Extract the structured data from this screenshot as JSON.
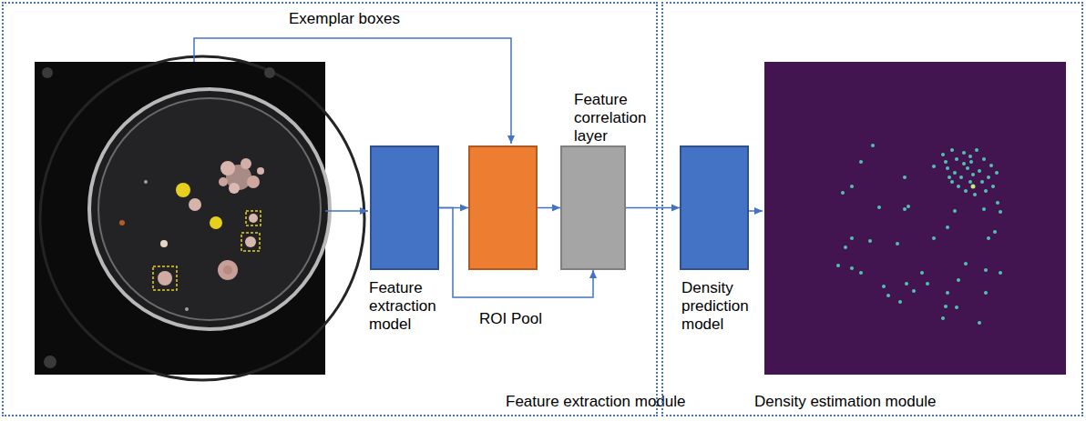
{
  "diagram": {
    "nodes": [
      {
        "text": [
          "Feature extraction module"
        ]
      },
      {
        "text": [
          "Feature extraction model"
        ],
        "in": 0
      },
      {
        "text": [
          "ROI Pool"
        ],
        "in": 0
      },
      {
        "text": [
          "Feature correlation layer"
        ],
        "in": 0
      },
      {
        "text": [
          "Density estimation module"
        ]
      },
      {
        "text": [
          "Density prediction model"
        ],
        "in": 4
      }
    ],
    "edges": [
      {
        "from": 1,
        "to": 2,
        "arrow": "to"
      },
      {
        "from": 2,
        "to": 3,
        "arrow": "to"
      },
      {
        "from": 1,
        "to": 3,
        "arrow": "to"
      },
      {
        "from": 3,
        "to": 5,
        "arrow": "to"
      }
    ],
    "labels": [
      "Exemplar boxes"
    ]
  }
}
